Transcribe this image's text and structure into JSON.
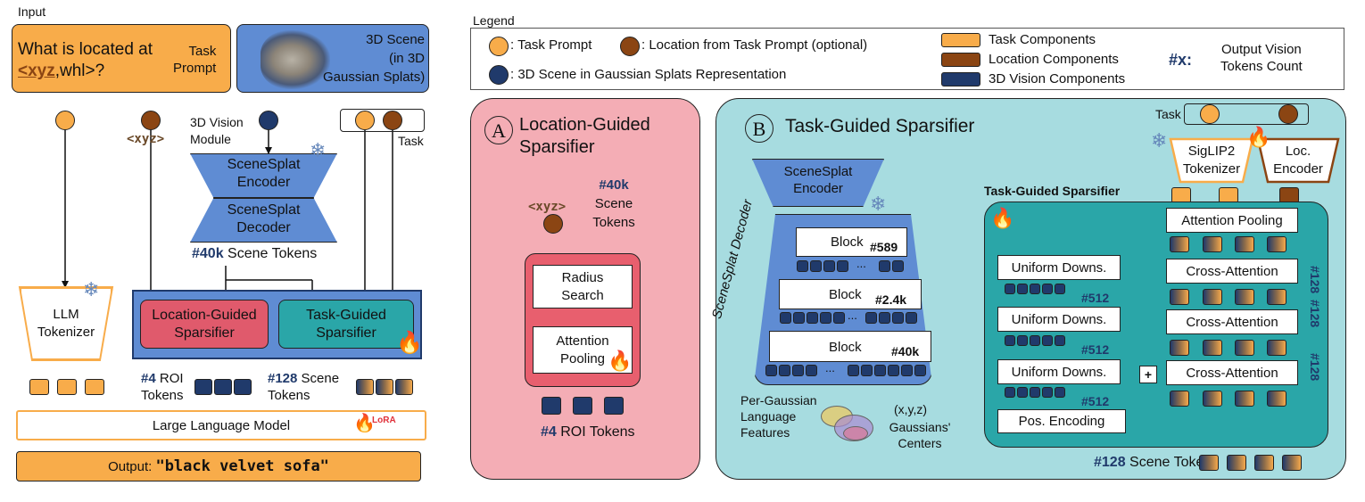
{
  "input": {
    "heading": "Input",
    "question_prefix": "What is located at",
    "question_xyz": "<xyz",
    "question_suffix": ",whl>?",
    "task_prompt_label": "Task\nPrompt",
    "scene_label": "3D Scene\n(in 3D\nGaussian Splats)"
  },
  "left": {
    "xyz_label": "<xyz>",
    "vision_module_label": "3D Vision\nModule",
    "task_label": "Task",
    "scenesplat_encoder": "SceneSplat\nEncoder",
    "scenesplat_decoder": "SceneSplat\nDecoder",
    "scene_tokens_count": "#40k",
    "scene_tokens_text": "Scene Tokens",
    "llm_tokenizer": "LLM\nTokenizer",
    "location_sparsifier": "Location-Guided\nSparsifier",
    "task_sparsifier": "Task-Guided\nSparsifier",
    "roi_count": "#4",
    "roi_text": "ROI\nTokens",
    "scene_count": "#128",
    "scene_text": "Scene\nTokens",
    "llm": "Large Language Model",
    "lora": "LoRA",
    "output_prefix": "Output: ",
    "output_value": "\"black velvet sofa\""
  },
  "legend": {
    "title": "Legend",
    "task_prompt": ": Task Prompt",
    "location": ": Location from Task Prompt (optional)",
    "scene": ": 3D Scene in Gaussian Splats Representation",
    "task_components": "Task Components",
    "location_components": "Location Components",
    "vision_components": "3D Vision Components",
    "count_symbol": "#x:",
    "count_desc": "Output Vision\nTokens Count"
  },
  "panel_a": {
    "letter": "A",
    "title": "Location-Guided\nSparsifier",
    "xyz_label": "<xyz>",
    "tokens_count": "#40k",
    "tokens_text": "Scene\nTokens",
    "radius_search": "Radius\nSearch",
    "attention_pooling": "Attention\nPooling",
    "roi_count": "#4",
    "roi_text": "ROI Tokens"
  },
  "panel_b": {
    "letter": "B",
    "title": "Task-Guided Sparsifier",
    "task_label": "Task",
    "siglip": "SigLIP2\nTokenizer",
    "loc_encoder": "Loc.\nEncoder",
    "encoder": "SceneSplat\nEncoder",
    "decoder_label": "SceneSplat Decoder",
    "block": "Block",
    "block_counts": [
      "#589",
      "#2.4k",
      "#40k"
    ],
    "ellipsis": "...",
    "inner_title": "Task-Guided Sparsifier",
    "attention_pooling": "Attention Pooling",
    "cross_attention": "Cross-Attention",
    "uniform_downs": "Uniform Downs.",
    "down_count": "#512",
    "cross_count": "#128",
    "pos_encoding": "Pos. Encoding",
    "plus": "+",
    "xyz_coords": "(x,y,z)",
    "centers": "Gaussians'\nCenters",
    "features": "Per-Gaussian\nLanguage\nFeatures",
    "out_count": "#128",
    "out_text": "Scene Tokens"
  }
}
